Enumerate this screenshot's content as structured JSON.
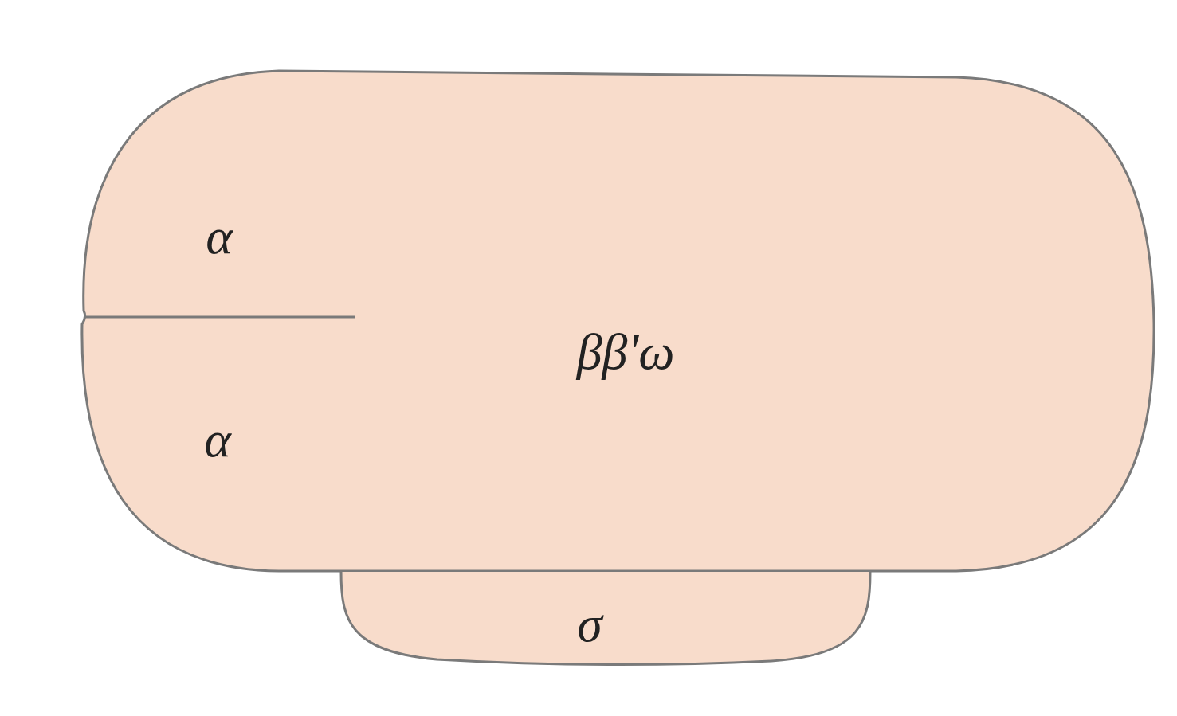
{
  "diagram": {
    "nodes": [
      {
        "text": [
          "α",
          "ββ'ω",
          "α"
        ]
      },
      {
        "text": [
          "σ"
        ]
      }
    ]
  }
}
